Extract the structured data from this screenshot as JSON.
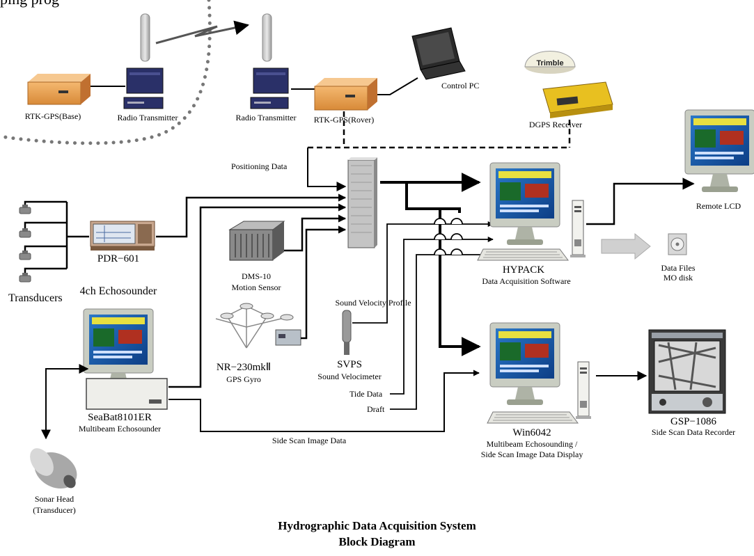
{
  "fragment": "ping prog",
  "title": {
    "line1": "Hydrographic Data Acquisition System",
    "line2": "Block Diagram"
  },
  "labels": {
    "rtk_base": "RTK-GPS(Base)",
    "radio_tx_left": "Radio Transmitter",
    "radio_tx_right": "Radio Transmitter",
    "rtk_rover": "RTK-GPS(Rover)",
    "control_pc": "Control PC",
    "dgps": "DGPS Receiver",
    "positioning": "Positioning Data",
    "remote_lcd": "Remote LCD",
    "data_files_1": "Data Files",
    "data_files_2": "MO disk",
    "hypack_1": "HYPACK",
    "hypack_2": "Data Acquisition Software",
    "pdr_1": "PDR−601",
    "pdr_2": "4ch Echosounder",
    "transducers": "Transducers",
    "dms_1": "DMS-10",
    "dms_2": "Motion Sensor",
    "svp": "Sound Velocity Profile",
    "svps_1": "SVPS",
    "svps_2": "Sound Velocimeter",
    "nr_1": "NR−230mkⅡ",
    "nr_2": "GPS Gyro",
    "tide": "Tide Data",
    "draft": "Draft",
    "seabat_1": "SeaBat8101ER",
    "seabat_2": "Multibeam Echosounder",
    "side_scan": "Side Scan Image Data",
    "win_1": "Win6042",
    "win_2": "Multibeam Echosounding /",
    "win_3": "Side Scan Image Data Display",
    "gsp_1": "GSP−1086",
    "gsp_2": "Side Scan Data Recorder",
    "sonar_1": "Sonar Head",
    "sonar_2": "(Transducer)",
    "trimble": "Trimble"
  },
  "colors": {
    "line": "#000000",
    "box_orange": "#e8a050",
    "box_navy": "#2a3068",
    "monitor_body": "#c8ccc0",
    "screen_blue": "#1e5fb0",
    "dgps_yellow": "#e8c020",
    "dot_gray": "#777777"
  }
}
